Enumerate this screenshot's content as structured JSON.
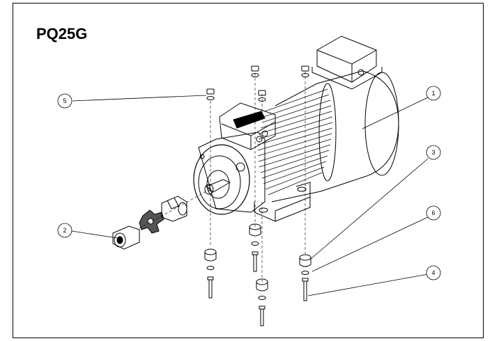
{
  "title": "PQ25G",
  "callouts": [
    {
      "id": "1",
      "label": "1"
    },
    {
      "id": "2",
      "label": "2"
    },
    {
      "id": "3",
      "label": "3"
    },
    {
      "id": "4",
      "label": "4"
    },
    {
      "id": "5",
      "label": "5"
    },
    {
      "id": "6",
      "label": "6"
    }
  ]
}
